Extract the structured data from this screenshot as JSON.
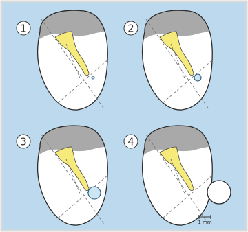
{
  "colors": {
    "background": "#bcd9ee",
    "border": "#d9d9d9",
    "outline": "#2b2b2b",
    "fill_white": "#ffffff",
    "fill_gray": "#a9a9a9",
    "fill_yellow": "#f6ea7a",
    "hole_fill": "#cde6f3",
    "hole_stroke": "#2b5f80",
    "dashed_line": "#777777"
  },
  "panels": [
    {
      "number": "1",
      "hole_size": 0.12
    },
    {
      "number": "2",
      "hole_size": 0.27
    },
    {
      "number": "3",
      "hole_size": 0.5
    },
    {
      "number": "4",
      "hole_size": 1.0
    }
  ],
  "scale_bar_label": "1 mm"
}
